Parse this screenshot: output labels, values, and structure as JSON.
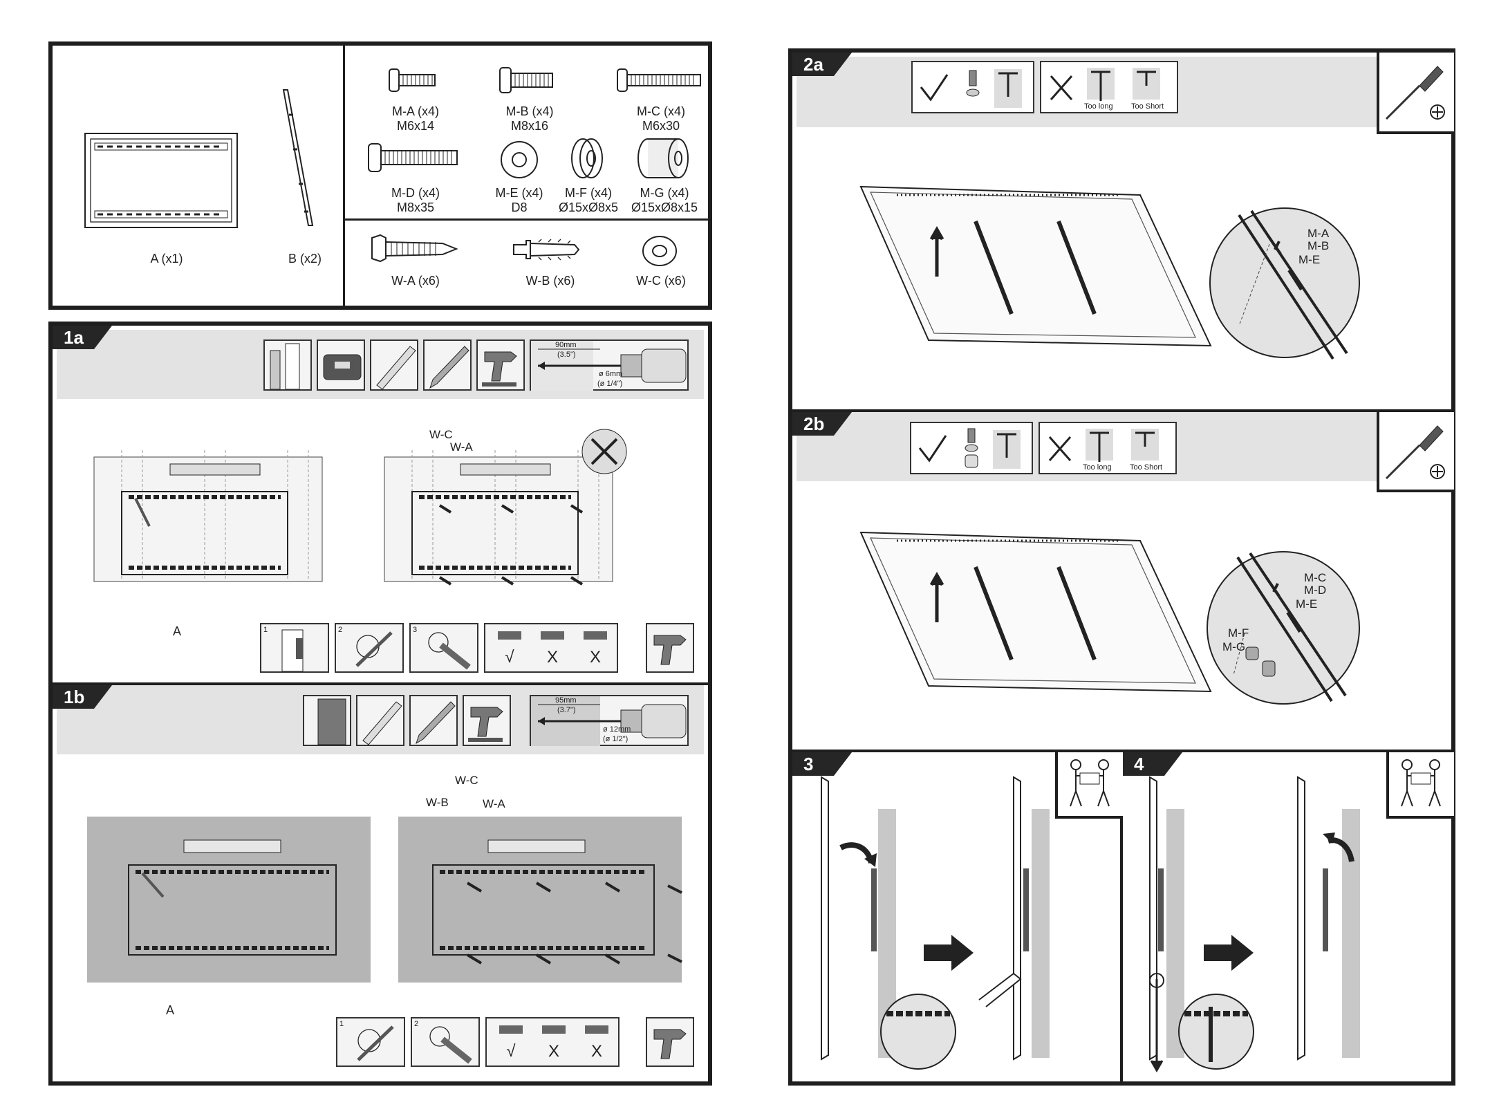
{
  "parts_box": {
    "bracket_a": "A (x1)",
    "bracket_b": "B (x2)",
    "screws": [
      {
        "name": "M-A (x4)",
        "size": "M6x14"
      },
      {
        "name": "M-B (x4)",
        "size": "M8x16"
      },
      {
        "name": "M-C (x4)",
        "size": "M6x30"
      },
      {
        "name": "M-D (x4)",
        "size": "M8x35"
      },
      {
        "name": "M-E (x4)",
        "size": "D8"
      },
      {
        "name": "M-F (x4)",
        "size": "Ø15xØ8x5"
      },
      {
        "name": "M-G (x4)",
        "size": "Ø15xØ8x15"
      }
    ],
    "wall_parts": [
      "W-A (x6)",
      "W-B (x6)",
      "W-C (x6)"
    ]
  },
  "step_1a": {
    "tag": "1a",
    "drill_depth": "90mm",
    "drill_depth_in": "(3.5\")",
    "drill_dia": "ø 6mm",
    "drill_dia_in": "(ø 1/4\")",
    "label_a": "A",
    "label_wc": "W-C",
    "label_wa": "W-A",
    "substeps": [
      "1",
      "2",
      "3"
    ],
    "level_marks": [
      "√",
      "X",
      "X"
    ]
  },
  "step_1b": {
    "tag": "1b",
    "drill_depth": "95mm",
    "drill_depth_in": "(3.7\")",
    "drill_dia": "ø 12mm",
    "drill_dia_in": "(ø 1/2\")",
    "label_a": "A",
    "label_wb": "W-B",
    "label_wc": "W-C",
    "label_wa": "W-A",
    "substeps": [
      "1",
      "2"
    ],
    "level_marks": [
      "√",
      "X",
      "X"
    ]
  },
  "step_2a": {
    "tag": "2a",
    "too_long": "Too long",
    "too_short": "Too Short",
    "labels": [
      "M-A",
      "M-B",
      "M-E"
    ]
  },
  "step_2b": {
    "tag": "2b",
    "too_long": "Too long",
    "too_short": "Too Short",
    "labels": [
      "M-C",
      "M-D",
      "M-E"
    ],
    "spacers": [
      "M-F",
      "M-G"
    ]
  },
  "step_3": {
    "tag": "3"
  },
  "step_4": {
    "tag": "4"
  }
}
